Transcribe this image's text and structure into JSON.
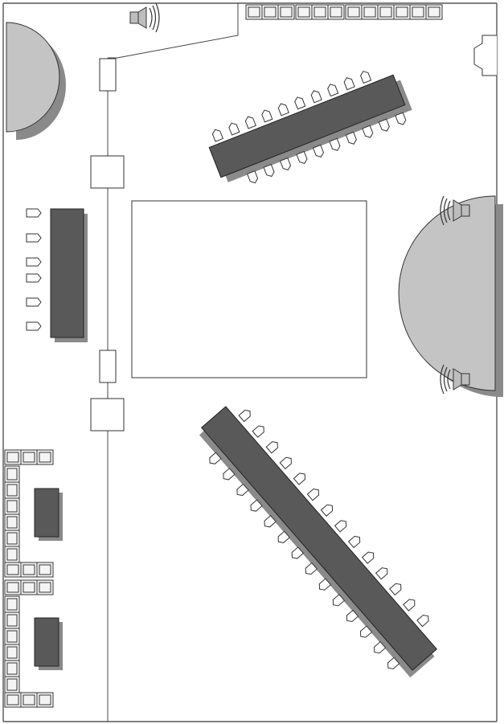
{
  "diagram": {
    "type": "floor-plan",
    "description_visible_text": "",
    "elements": {
      "speakers": 3,
      "stages": 2,
      "banquet_tables": 3,
      "lounge_tables": 2,
      "dance_floor": 1,
      "pillars": 4
    },
    "colors": {
      "table": "#595959",
      "stage": "#c4c4c4",
      "wall": "#555555",
      "background": "#ffffff"
    }
  }
}
